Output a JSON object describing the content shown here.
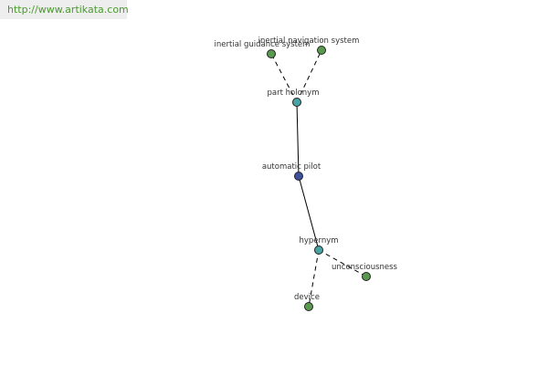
{
  "watermark": "http://www.artikata.com",
  "diagram": {
    "nodes": [
      {
        "id": "inertial_guidance",
        "label": "inertial guidance system",
        "color": "#5a9a4e"
      },
      {
        "id": "inertial_navigation",
        "label": "inertial navigation system",
        "color": "#5a9a4e"
      },
      {
        "id": "part_holonym",
        "label": "part holonym",
        "color": "#4aa3a3"
      },
      {
        "id": "automatic_pilot",
        "label": "automatic pilot",
        "color": "#3e4f9c"
      },
      {
        "id": "hypernym",
        "label": "hypernym",
        "color": "#4aa3a3"
      },
      {
        "id": "unconsciousness",
        "label": "unconsciousness",
        "color": "#5a9a4e"
      },
      {
        "id": "device",
        "label": "device",
        "color": "#5a9a4e"
      }
    ],
    "edges": [
      {
        "from": "part_holonym",
        "to": "inertial_guidance",
        "style": "dashed"
      },
      {
        "from": "part_holonym",
        "to": "inertial_navigation",
        "style": "dashed"
      },
      {
        "from": "automatic_pilot",
        "to": "part_holonym",
        "style": "solid"
      },
      {
        "from": "automatic_pilot",
        "to": "hypernym",
        "style": "solid"
      },
      {
        "from": "hypernym",
        "to": "unconsciousness",
        "style": "dashed"
      },
      {
        "from": "hypernym",
        "to": "device",
        "style": "dashed"
      }
    ]
  }
}
